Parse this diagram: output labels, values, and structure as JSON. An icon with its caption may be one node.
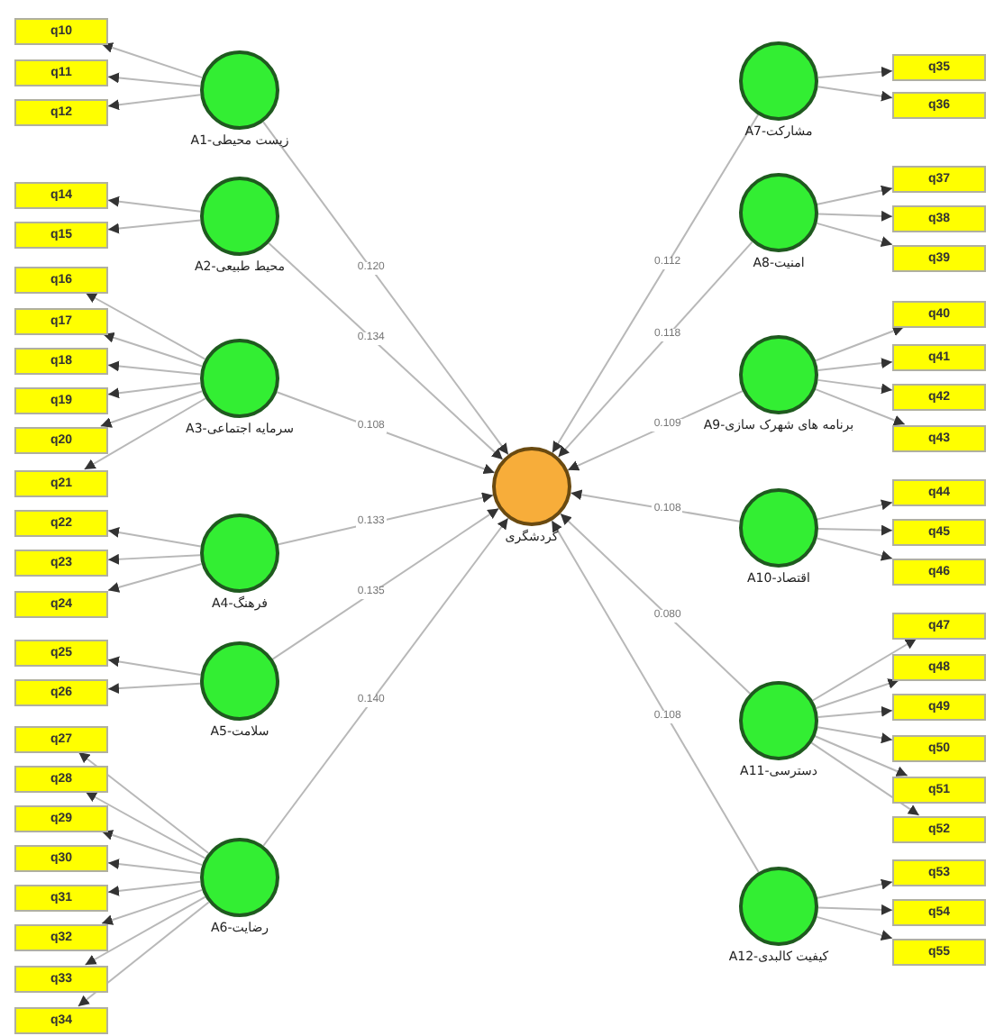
{
  "diagram": {
    "nodes": [
      {
        "text": [
          "زیست محیطی-A1"
        ]
      },
      {
        "text": [
          "محیط طبیعی-A2"
        ]
      },
      {
        "text": [
          "سرمایه اجتماعی-A3"
        ]
      },
      {
        "text": [
          "فرهنگ-A4"
        ]
      },
      {
        "text": [
          "سلامت-A5"
        ]
      },
      {
        "text": [
          "رضایت-A6"
        ]
      },
      {
        "text": [
          "گردشگری"
        ]
      },
      {
        "text": [
          "مشارکت-A7"
        ]
      },
      {
        "text": [
          "امنیت-A8"
        ]
      },
      {
        "text": [
          "برنامه های شهرک سازی-A9"
        ]
      },
      {
        "text": [
          "اقتصاد-A10"
        ]
      },
      {
        "text": [
          "دسترسی-A11"
        ]
      },
      {
        "text": [
          "کیفیت کالبدی-A12"
        ]
      },
      {
        "text": [
          "q10"
        ]
      },
      {
        "text": [
          "q11"
        ]
      },
      {
        "text": [
          "q12"
        ]
      },
      {
        "text": [
          "q14"
        ]
      },
      {
        "text": [
          "q15"
        ]
      },
      {
        "text": [
          "q16"
        ]
      },
      {
        "text": [
          "q17"
        ]
      },
      {
        "text": [
          "q18"
        ]
      },
      {
        "text": [
          "q19"
        ]
      },
      {
        "text": [
          "q20"
        ]
      },
      {
        "text": [
          "q21"
        ]
      },
      {
        "text": [
          "q22"
        ]
      },
      {
        "text": [
          "q23"
        ]
      },
      {
        "text": [
          "q24"
        ]
      },
      {
        "text": [
          "q25"
        ]
      },
      {
        "text": [
          "q26"
        ]
      },
      {
        "text": [
          "q27"
        ]
      },
      {
        "text": [
          "q28"
        ]
      },
      {
        "text": [
          "q29"
        ]
      },
      {
        "text": [
          "q30"
        ]
      },
      {
        "text": [
          "q31"
        ]
      },
      {
        "text": [
          "q32"
        ]
      },
      {
        "text": [
          "q33"
        ]
      },
      {
        "text": [
          "q34"
        ]
      },
      {
        "text": [
          "q35"
        ]
      },
      {
        "text": [
          "q36"
        ]
      },
      {
        "text": [
          "q37"
        ]
      },
      {
        "text": [
          "q38"
        ]
      },
      {
        "text": [
          "q39"
        ]
      },
      {
        "text": [
          "q40"
        ]
      },
      {
        "text": [
          "q41"
        ]
      },
      {
        "text": [
          "q42"
        ]
      },
      {
        "text": [
          "q43"
        ]
      },
      {
        "text": [
          "q44"
        ]
      },
      {
        "text": [
          "q45"
        ]
      },
      {
        "text": [
          "q46"
        ]
      },
      {
        "text": [
          "q47"
        ]
      },
      {
        "text": [
          "q48"
        ]
      },
      {
        "text": [
          "q49"
        ]
      },
      {
        "text": [
          "q50"
        ]
      },
      {
        "text": [
          "q51"
        ]
      },
      {
        "text": [
          "q52"
        ]
      },
      {
        "text": [
          "q53"
        ]
      },
      {
        "text": [
          "q54"
        ]
      },
      {
        "text": [
          "q55"
        ]
      }
    ],
    "edges": [
      {
        "from": 0,
        "to": 6,
        "arrow": "to",
        "label": "0.120"
      },
      {
        "from": 1,
        "to": 6,
        "arrow": "to",
        "label": "0.134"
      },
      {
        "from": 2,
        "to": 6,
        "arrow": "to",
        "label": "0.108"
      },
      {
        "from": 3,
        "to": 6,
        "arrow": "to",
        "label": "0.133"
      },
      {
        "from": 4,
        "to": 6,
        "arrow": "to",
        "label": "0.135"
      },
      {
        "from": 5,
        "to": 6,
        "arrow": "to",
        "label": "0.140"
      },
      {
        "from": 7,
        "to": 6,
        "arrow": "to",
        "label": "0.112"
      },
      {
        "from": 8,
        "to": 6,
        "arrow": "to",
        "label": "0.118"
      },
      {
        "from": 9,
        "to": 6,
        "arrow": "to",
        "label": "0.109"
      },
      {
        "from": 10,
        "to": 6,
        "arrow": "to",
        "label": "0.108"
      },
      {
        "from": 11,
        "to": 6,
        "arrow": "to",
        "label": "0.080"
      },
      {
        "from": 12,
        "to": 6,
        "arrow": "to",
        "label": "0.108"
      },
      {
        "from": 0,
        "to": 13,
        "arrow": "to"
      },
      {
        "from": 0,
        "to": 14,
        "arrow": "to"
      },
      {
        "from": 0,
        "to": 15,
        "arrow": "to"
      },
      {
        "from": 1,
        "to": 16,
        "arrow": "to"
      },
      {
        "from": 1,
        "to": 17,
        "arrow": "to"
      },
      {
        "from": 2,
        "to": 18,
        "arrow": "to"
      },
      {
        "from": 2,
        "to": 19,
        "arrow": "to"
      },
      {
        "from": 2,
        "to": 20,
        "arrow": "to"
      },
      {
        "from": 2,
        "to": 21,
        "arrow": "to"
      },
      {
        "from": 2,
        "to": 22,
        "arrow": "to"
      },
      {
        "from": 2,
        "to": 23,
        "arrow": "to"
      },
      {
        "from": 3,
        "to": 24,
        "arrow": "to"
      },
      {
        "from": 3,
        "to": 25,
        "arrow": "to"
      },
      {
        "from": 3,
        "to": 26,
        "arrow": "to"
      },
      {
        "from": 4,
        "to": 27,
        "arrow": "to"
      },
      {
        "from": 4,
        "to": 28,
        "arrow": "to"
      },
      {
        "from": 5,
        "to": 29,
        "arrow": "to"
      },
      {
        "from": 5,
        "to": 30,
        "arrow": "to"
      },
      {
        "from": 5,
        "to": 31,
        "arrow": "to"
      },
      {
        "from": 5,
        "to": 32,
        "arrow": "to"
      },
      {
        "from": 5,
        "to": 33,
        "arrow": "to"
      },
      {
        "from": 5,
        "to": 34,
        "arrow": "to"
      },
      {
        "from": 5,
        "to": 35,
        "arrow": "to"
      },
      {
        "from": 5,
        "to": 36,
        "arrow": "to"
      },
      {
        "from": 7,
        "to": 37,
        "arrow": "to"
      },
      {
        "from": 7,
        "to": 38,
        "arrow": "to"
      },
      {
        "from": 8,
        "to": 39,
        "arrow": "to"
      },
      {
        "from": 8,
        "to": 40,
        "arrow": "to"
      },
      {
        "from": 8,
        "to": 41,
        "arrow": "to"
      },
      {
        "from": 9,
        "to": 42,
        "arrow": "to"
      },
      {
        "from": 9,
        "to": 43,
        "arrow": "to"
      },
      {
        "from": 9,
        "to": 44,
        "arrow": "to"
      },
      {
        "from": 9,
        "to": 45,
        "arrow": "to"
      },
      {
        "from": 10,
        "to": 46,
        "arrow": "to"
      },
      {
        "from": 10,
        "to": 47,
        "arrow": "to"
      },
      {
        "from": 10,
        "to": 48,
        "arrow": "to"
      },
      {
        "from": 11,
        "to": 49,
        "arrow": "to"
      },
      {
        "from": 11,
        "to": 50,
        "arrow": "to"
      },
      {
        "from": 11,
        "to": 51,
        "arrow": "to"
      },
      {
        "from": 11,
        "to": 52,
        "arrow": "to"
      },
      {
        "from": 11,
        "to": 53,
        "arrow": "to"
      },
      {
        "from": 11,
        "to": 54,
        "arrow": "to"
      },
      {
        "from": 12,
        "to": 55,
        "arrow": "to"
      },
      {
        "from": 12,
        "to": 56,
        "arrow": "to"
      },
      {
        "from": 12,
        "to": 57,
        "arrow": "to"
      }
    ]
  }
}
